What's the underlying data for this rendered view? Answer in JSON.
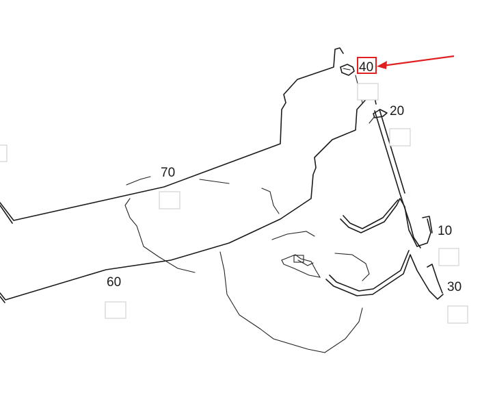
{
  "parts": [
    {
      "id": "p10",
      "number": "10"
    },
    {
      "id": "p20",
      "number": "20"
    },
    {
      "id": "p30",
      "number": "30"
    },
    {
      "id": "p40",
      "number": "40"
    },
    {
      "id": "p60",
      "number": "60"
    },
    {
      "id": "p70",
      "number": "70"
    }
  ],
  "selected_part": "40",
  "colors": {
    "line": "#1a1a1a",
    "highlight": "#e02020",
    "checkbox_border": "#c8c8c8"
  }
}
